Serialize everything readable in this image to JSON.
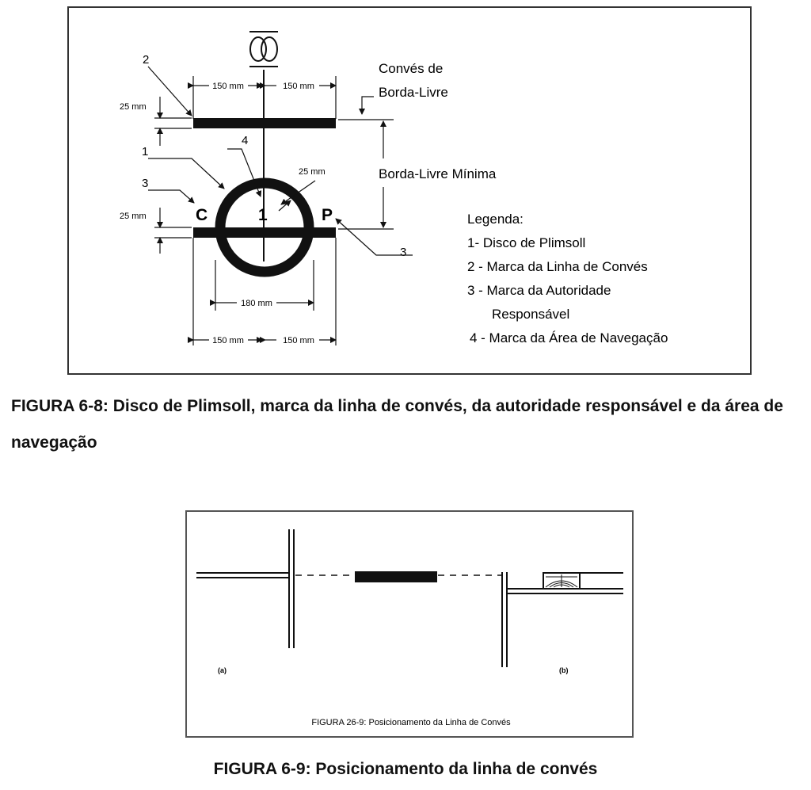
{
  "figure1": {
    "dimensions": {
      "top_left": "150 mm",
      "top_right": "150 mm",
      "bottom_left": "150 mm",
      "bottom_right": "150 mm",
      "thickness_top": "25 mm",
      "thickness_bottom": "25 mm",
      "ring_thickness": "25 mm",
      "disc_diameter": "180 mm"
    },
    "callouts": {
      "n1": "1",
      "n2": "2",
      "n3a": "3",
      "n3b": "3",
      "n4": "4"
    },
    "disc_letters": {
      "left": "C",
      "center": "1",
      "right": "P"
    },
    "labels": {
      "deck_line_1": "Convés de",
      "deck_line_2": "Borda-Livre",
      "min_freeboard": "Borda-Livre Mínima"
    },
    "legend": {
      "title": "Legenda:",
      "items": [
        "1- Disco de Plimsoll",
        "2 - Marca da Linha de Convés",
        "3 - Marca da Autoridade",
        "Responsável",
        "4 - Marca da Área de  Navegação"
      ]
    }
  },
  "caption1": "FIGURA 6-8: Disco de Plimsoll, marca da linha de convés, da autoridade responsável e da área de navegação",
  "figure2": {
    "label_a": "(a)",
    "label_b": "(b)",
    "inner_caption": "FIGURA 26-9: Posicionamento da Linha de Convés"
  },
  "caption2": "FIGURA 6-9: Posicionamento da linha de convés"
}
